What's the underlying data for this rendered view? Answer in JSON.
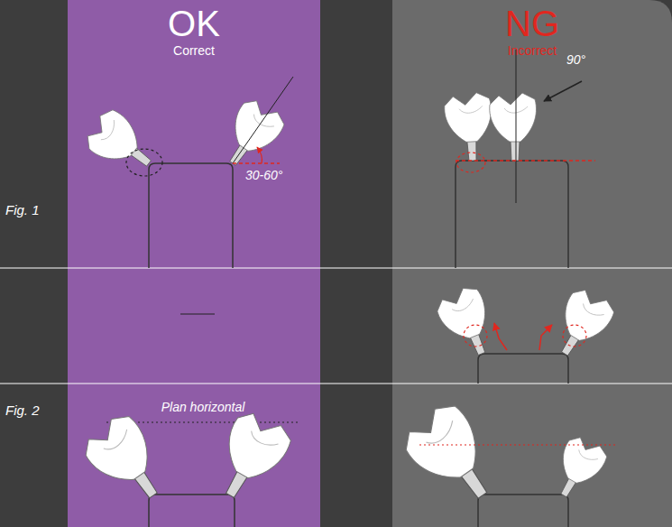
{
  "diagram": {
    "nodes": [
      {
        "text": [
          "OK",
          "Correct"
        ]
      },
      {
        "text": [
          "NG",
          "Incorrect"
        ]
      }
    ],
    "labels": [
      "Fig. 1",
      "30-60°",
      "90°",
      "Fig. 2",
      "Plan horizontal"
    ]
  }
}
